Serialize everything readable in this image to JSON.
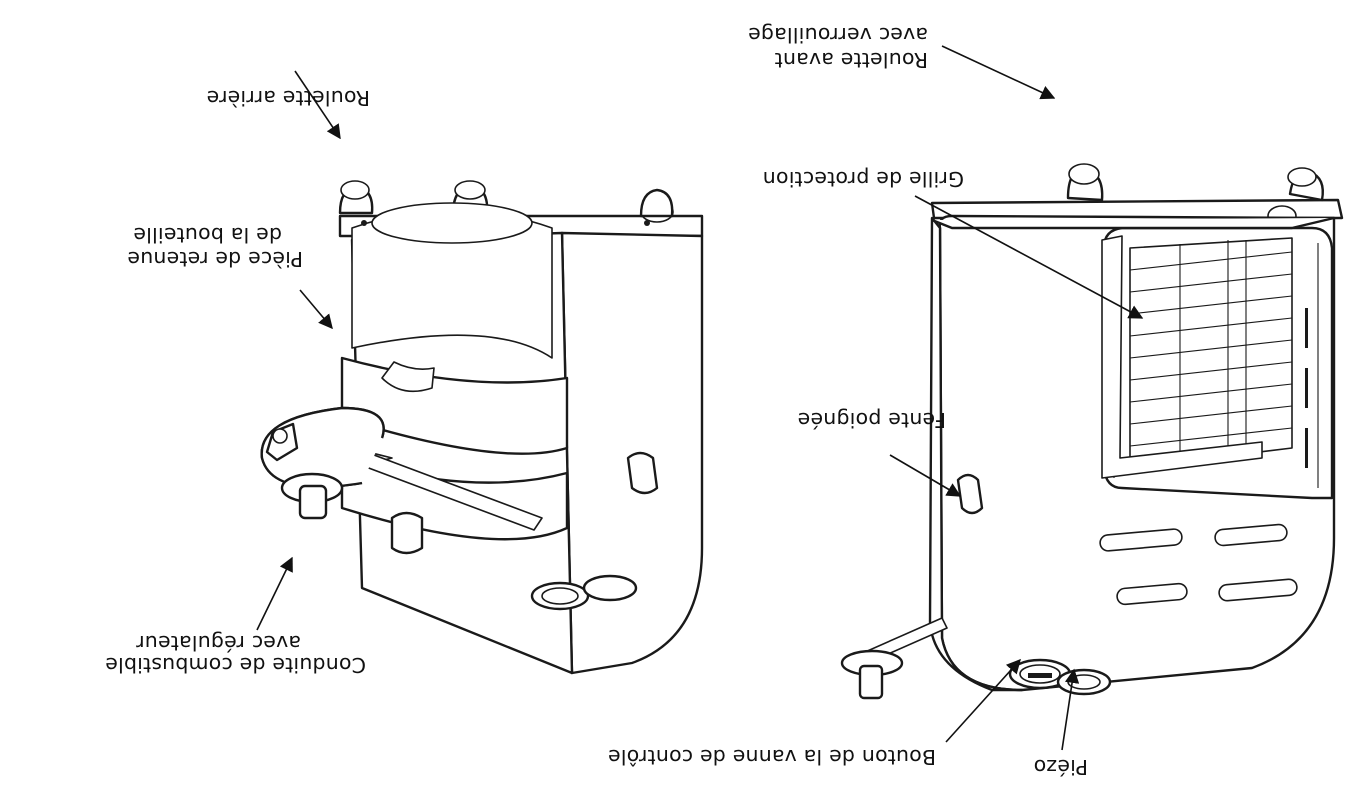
{
  "figure": {
    "orientation": "upside-down",
    "labels": {
      "rear_wheel": "Roulette arrière",
      "bottle_retainer_line1": "Pièce de retenue",
      "bottle_retainer_line2": "de la bouteille",
      "fuel_line_line1": "Conduite de combustible",
      "fuel_line_line2": "avec régulateur",
      "control_valve_knob": "Bouton de la vanne de contrôle",
      "piezo": "Piézo",
      "handle_slot": "Fente poignée",
      "guard_grille": "Grille de protection",
      "front_wheel_line1": "Roulette avant",
      "front_wheel_line2": "avec verrouillage"
    }
  }
}
